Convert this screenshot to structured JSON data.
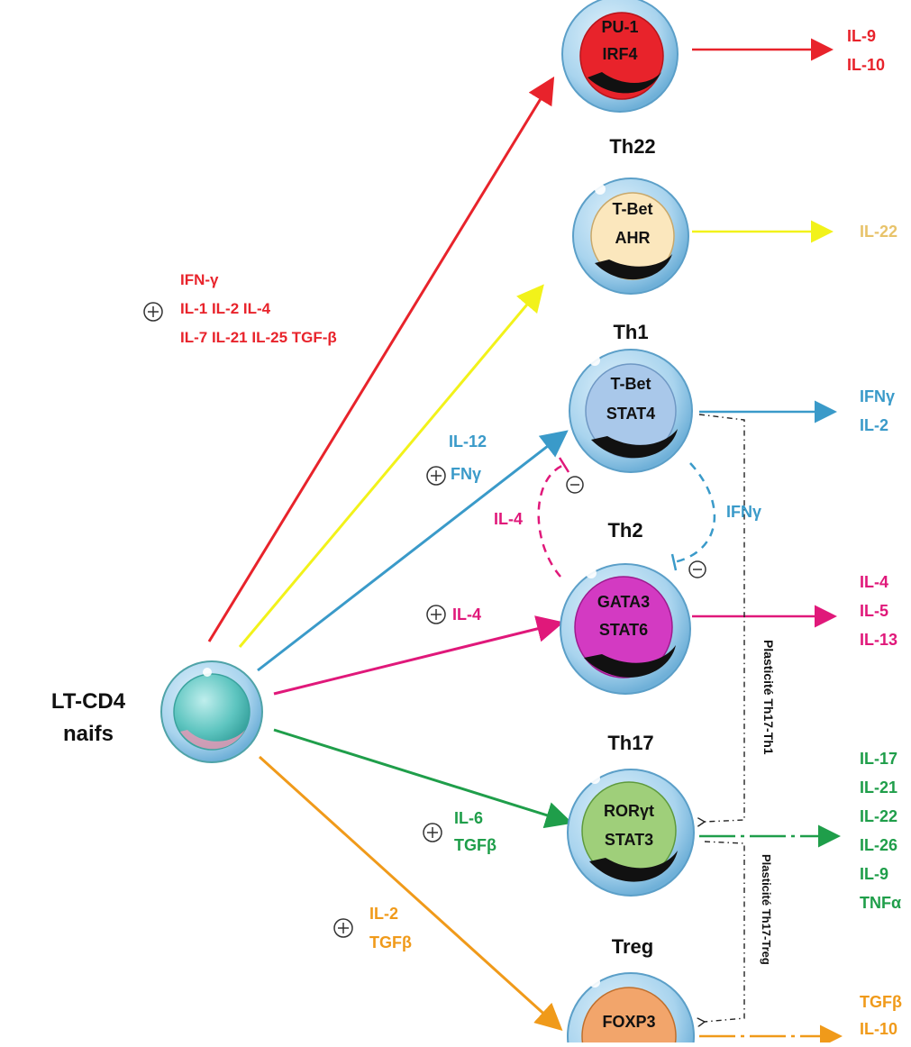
{
  "naive": {
    "line1": "LT-CD4",
    "line2": "naifs"
  },
  "cells": {
    "th9": {
      "title": "",
      "tf1": "PU-1",
      "tf2": "IRF4"
    },
    "th22": {
      "title": "Th22",
      "tf1": "T-Bet",
      "tf2": "AHR"
    },
    "th1": {
      "title": "Th1",
      "tf1": "T-Bet",
      "tf2": "STAT4"
    },
    "th2": {
      "title": "Th2",
      "tf1": "GATA3",
      "tf2": "STAT6"
    },
    "th17": {
      "title": "Th17",
      "tf1": "RORγt",
      "tf2": "STAT3"
    },
    "treg": {
      "title": "Treg",
      "tf1": "FOXP3"
    }
  },
  "inducers": {
    "th9": {
      "sign": "+",
      "lines": [
        "IFN-γ",
        "IL-1 IL-2 IL-4",
        "IL-7 IL-21 IL-25 TGF-β"
      ]
    },
    "th1": {
      "sign": "+",
      "lines": [
        "IL-12",
        "FNγ"
      ]
    },
    "th2": {
      "sign": "+",
      "lines": [
        "IL-4"
      ]
    },
    "th17": {
      "sign": "+",
      "lines": [
        "IL-6",
        "TGFβ"
      ]
    },
    "treg": {
      "sign": "+",
      "lines": [
        "IL-2",
        "TGFβ"
      ]
    }
  },
  "outputs": {
    "th9": [
      "IL-9",
      "IL-10"
    ],
    "th22": [
      "IL-22"
    ],
    "th1": [
      "IFNγ",
      "IL-2"
    ],
    "th2": [
      "IL-4",
      "IL-5",
      "IL-13"
    ],
    "th17": [
      "IL-17",
      "IL-21",
      "IL-22",
      "IL-26",
      "IL-9",
      "TNFα"
    ],
    "treg": [
      "TGFβ",
      "IL-10"
    ]
  },
  "inhibition": {
    "il4_label": "IL-4",
    "ifng_label": "IFNγ",
    "minus": "−"
  },
  "plasticity": {
    "th17_th1": "Plasticité  Th17-Th1",
    "th17_treg": "Plasticité Th17-Treg"
  },
  "colors": {
    "th9": "#e8232b",
    "th22": "#f2f21a",
    "th22_text": "#e8c36a",
    "th1": "#3a9ac9",
    "th2": "#e0187a",
    "th17": "#1f9e4a",
    "treg": "#f09a1a",
    "naive_core": "#5ec5c0",
    "membrane": "#a9d4ee"
  }
}
